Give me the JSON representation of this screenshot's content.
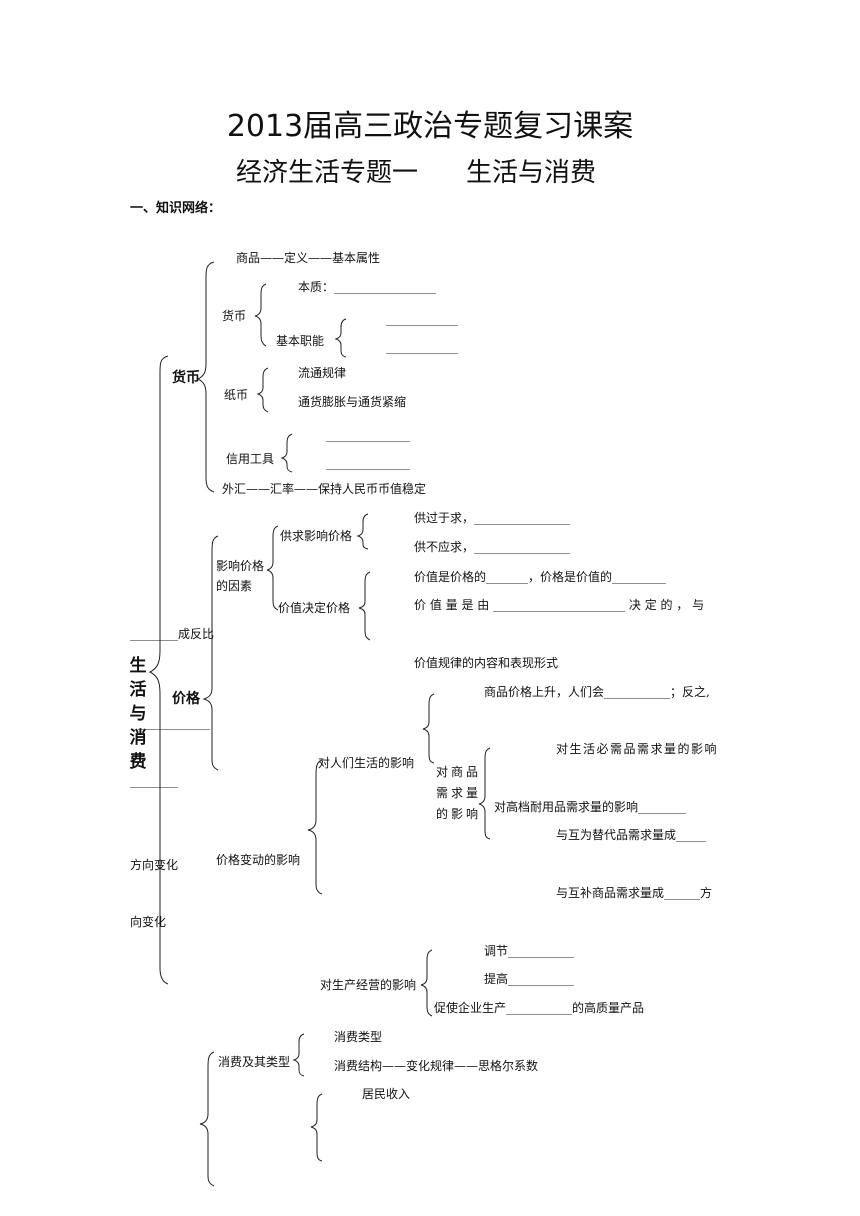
{
  "title": "2013届高三政治专题复习课案",
  "subtitle": {
    "left": "经济生活专题一",
    "right": "生活与消费"
  },
  "section_heading": "一、知识网络：",
  "root": "生活与消费",
  "money": {
    "label": "货币",
    "commodity": "商品——定义——基本属性",
    "currency": "货币",
    "essence": "本质：_________________",
    "basic_functions": "基本职能",
    "blank1": "____________",
    "blank2": "____________",
    "paper_money": "纸币",
    "circulation_law": "流通规律",
    "inflation": "通货膨胀与通货紧缩",
    "credit_tools": "信用工具",
    "blank3": "______________",
    "blank4": "______________",
    "forex": "外汇——汇率——保持人民币币值稳定"
  },
  "price": {
    "label": "价格",
    "factors": "影响价格的因素",
    "supply_demand": "供求影响价格",
    "supply_exceeds": "供过于求，________________",
    "demand_exceeds": "供不应求，________________",
    "value_determines": "价值决定价格",
    "value_line1": "价值是价格的_______，价格是价值的_________",
    "value_line2": "价 值 量 是 由 ______________________ 决 定 的 ， 与",
    "inverse": "________成反比",
    "law_of_value": "价值规律的内容和表现形式",
    "blank_long": "____________",
    "blank_short": "________",
    "price_change": "价格变动的影响",
    "on_life": "对人们生活的影响",
    "price_rise": "商品价格上升，人们会___________；反之,",
    "on_demand": "对商品需求量的影响",
    "necessities": "对生活必需品需求量的影响",
    "luxury": "对高档耐用品需求量的影响________",
    "substitutes": "与互为替代品需求量成_____",
    "direction_change": "方向变化",
    "complements": "与互补商品需求量成______方",
    "direction_change2": "向变化",
    "on_production": "对生产经营的影响",
    "adjust": "调节___________",
    "improve": "提高___________",
    "promote": "促使企业生产___________的高质量产品"
  },
  "consumption": {
    "types_label": "消费及其类型",
    "consumption_types": "消费类型",
    "consumption_structure": "消费结构——变化规律——思格尔系数",
    "resident_income": "居民收入"
  }
}
